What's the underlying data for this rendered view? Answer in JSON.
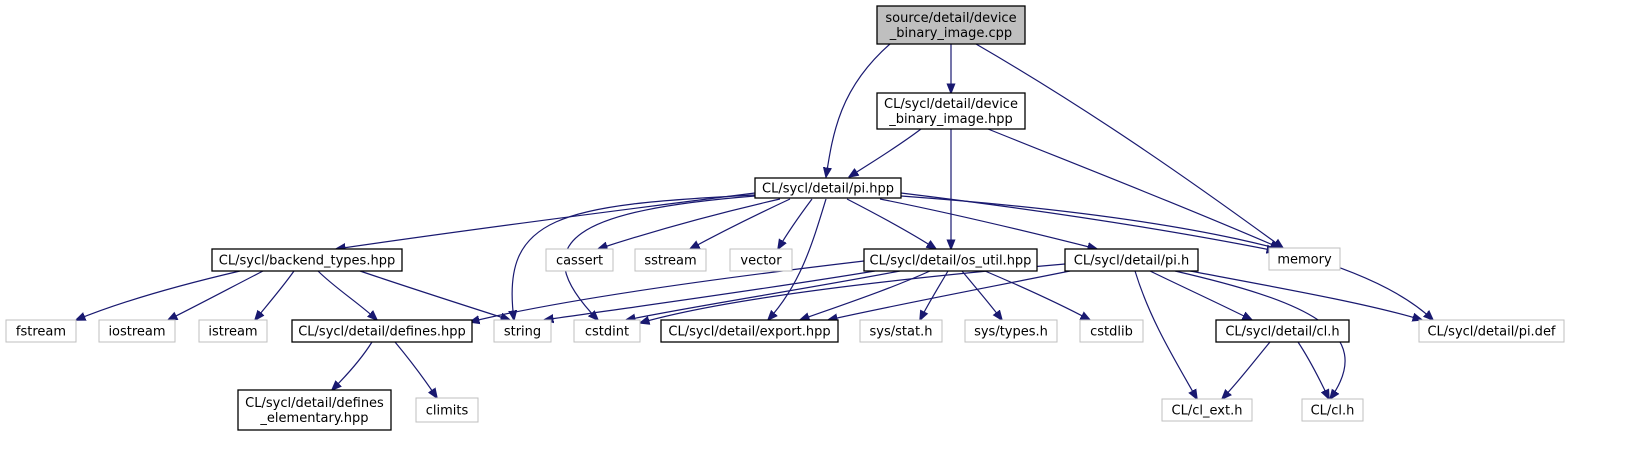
{
  "graph": {
    "edge_color": "#191970",
    "root_fill": "#bfbfbf",
    "external_stroke": "#bfbfbf",
    "nodes": [
      {
        "id": "root",
        "label": [
          "source/detail/device",
          "_binary_image.cpp"
        ],
        "kind": "root"
      },
      {
        "id": "dbi_hpp",
        "label": [
          "CL/sycl/detail/device",
          "_binary_image.hpp"
        ],
        "kind": "internal"
      },
      {
        "id": "pi_hpp",
        "label": [
          "CL/sycl/detail/pi.hpp"
        ],
        "kind": "internal"
      },
      {
        "id": "memory",
        "label": [
          "memory"
        ],
        "kind": "external"
      },
      {
        "id": "backend_types",
        "label": [
          "CL/sycl/backend_types.hpp"
        ],
        "kind": "internal"
      },
      {
        "id": "cassert",
        "label": [
          "cassert"
        ],
        "kind": "external"
      },
      {
        "id": "sstream",
        "label": [
          "sstream"
        ],
        "kind": "external"
      },
      {
        "id": "vector",
        "label": [
          "vector"
        ],
        "kind": "external"
      },
      {
        "id": "os_util",
        "label": [
          "CL/sycl/detail/os_util.hpp"
        ],
        "kind": "internal"
      },
      {
        "id": "pi_h",
        "label": [
          "CL/sycl/detail/pi.h"
        ],
        "kind": "internal"
      },
      {
        "id": "fstream",
        "label": [
          "fstream"
        ],
        "kind": "external"
      },
      {
        "id": "iostream",
        "label": [
          "iostream"
        ],
        "kind": "external"
      },
      {
        "id": "istream",
        "label": [
          "istream"
        ],
        "kind": "external"
      },
      {
        "id": "defines",
        "label": [
          "CL/sycl/detail/defines.hpp"
        ],
        "kind": "internal"
      },
      {
        "id": "string",
        "label": [
          "string"
        ],
        "kind": "external"
      },
      {
        "id": "cstdint",
        "label": [
          "cstdint"
        ],
        "kind": "external"
      },
      {
        "id": "export",
        "label": [
          "CL/sycl/detail/export.hpp"
        ],
        "kind": "internal"
      },
      {
        "id": "stat_h",
        "label": [
          "sys/stat.h"
        ],
        "kind": "external"
      },
      {
        "id": "types_h",
        "label": [
          "sys/types.h"
        ],
        "kind": "external"
      },
      {
        "id": "cstdlib",
        "label": [
          "cstdlib"
        ],
        "kind": "external"
      },
      {
        "id": "cl_detail",
        "label": [
          "CL/sycl/detail/cl.h"
        ],
        "kind": "internal"
      },
      {
        "id": "pi_def",
        "label": [
          "CL/sycl/detail/pi.def"
        ],
        "kind": "external"
      },
      {
        "id": "defines_elem",
        "label": [
          "CL/sycl/detail/defines",
          "_elementary.hpp"
        ],
        "kind": "internal"
      },
      {
        "id": "climits",
        "label": [
          "climits"
        ],
        "kind": "external"
      },
      {
        "id": "cl_ext",
        "label": [
          "CL/cl_ext.h"
        ],
        "kind": "external"
      },
      {
        "id": "cl_h",
        "label": [
          "CL/cl.h"
        ],
        "kind": "external"
      }
    ],
    "edges": [
      {
        "from": "root",
        "to": "dbi_hpp"
      },
      {
        "from": "root",
        "to": "pi_hpp"
      },
      {
        "from": "root",
        "to": "memory"
      },
      {
        "from": "dbi_hpp",
        "to": "pi_hpp"
      },
      {
        "from": "dbi_hpp",
        "to": "os_util"
      },
      {
        "from": "dbi_hpp",
        "to": "memory"
      },
      {
        "from": "pi_hpp",
        "to": "backend_types"
      },
      {
        "from": "pi_hpp",
        "to": "cassert"
      },
      {
        "from": "pi_hpp",
        "to": "sstream"
      },
      {
        "from": "pi_hpp",
        "to": "vector"
      },
      {
        "from": "pi_hpp",
        "to": "os_util"
      },
      {
        "from": "pi_hpp",
        "to": "pi_h"
      },
      {
        "from": "pi_hpp",
        "to": "memory"
      },
      {
        "from": "pi_hpp",
        "to": "string"
      },
      {
        "from": "pi_hpp",
        "to": "cstdint"
      },
      {
        "from": "pi_hpp",
        "to": "export"
      },
      {
        "from": "pi_hpp",
        "to": "pi_def"
      },
      {
        "from": "backend_types",
        "to": "fstream"
      },
      {
        "from": "backend_types",
        "to": "iostream"
      },
      {
        "from": "backend_types",
        "to": "istream"
      },
      {
        "from": "backend_types",
        "to": "defines"
      },
      {
        "from": "backend_types",
        "to": "string"
      },
      {
        "from": "os_util",
        "to": "defines"
      },
      {
        "from": "os_util",
        "to": "string"
      },
      {
        "from": "os_util",
        "to": "cstdint"
      },
      {
        "from": "os_util",
        "to": "export"
      },
      {
        "from": "os_util",
        "to": "stat_h"
      },
      {
        "from": "os_util",
        "to": "types_h"
      },
      {
        "from": "os_util",
        "to": "cstdlib"
      },
      {
        "from": "pi_h",
        "to": "cstdint"
      },
      {
        "from": "pi_h",
        "to": "export"
      },
      {
        "from": "pi_h",
        "to": "cl_detail"
      },
      {
        "from": "pi_h",
        "to": "pi_def"
      },
      {
        "from": "pi_h",
        "to": "cl_ext"
      },
      {
        "from": "pi_h",
        "to": "cl_h"
      },
      {
        "from": "defines",
        "to": "defines_elem"
      },
      {
        "from": "defines",
        "to": "climits"
      },
      {
        "from": "cl_detail",
        "to": "cl_ext"
      },
      {
        "from": "cl_detail",
        "to": "cl_h"
      }
    ]
  }
}
